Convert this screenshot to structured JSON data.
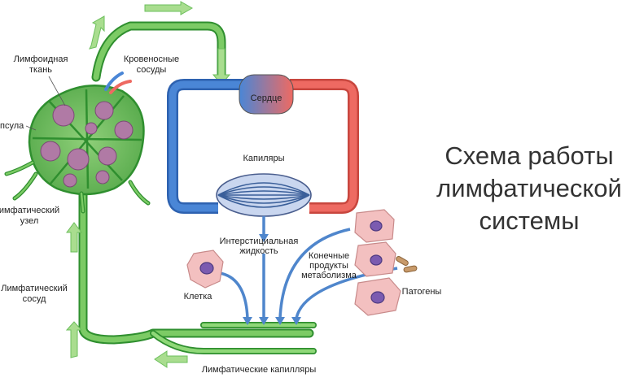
{
  "title": {
    "line1": "Схема работы",
    "line2": "лимфатической",
    "line3": "системы"
  },
  "labels": {
    "lymphoid_tissue_1": "Лимфоидная",
    "lymphoid_tissue_2": "ткань",
    "blood_vessels_1": "Кровеносные",
    "blood_vessels_2": "сосуды",
    "capsule": "псула",
    "lymph_node_1": "имфатический",
    "lymph_node_2": "узел",
    "lymph_vessel_1": "Лимфатический",
    "lymph_vessel_2": "сосуд",
    "heart": "Сердце",
    "capillaries": "Капиляры",
    "interstitial_1": "Интерстициальная",
    "interstitial_2": "жидкость",
    "end_products_1": "Конечные",
    "end_products_2": "продукты",
    "end_products_3": "метаболизма",
    "cell": "Клетка",
    "pathogens": "Патогены",
    "lymph_capillaries": "Лимфатические капилляры"
  },
  "colors": {
    "lymph": "#6cc35a",
    "lymph_dark": "#2f8f2f",
    "lymph_arrow": "#a9dd8f",
    "vein": "#4a86d6",
    "artery": "#ee6a62",
    "fluid_arrow": "#4f86cc",
    "node_tissue": "#b07aa5",
    "cell_fill": "#f3c0c0",
    "nucleus": "#7b5bb0"
  }
}
